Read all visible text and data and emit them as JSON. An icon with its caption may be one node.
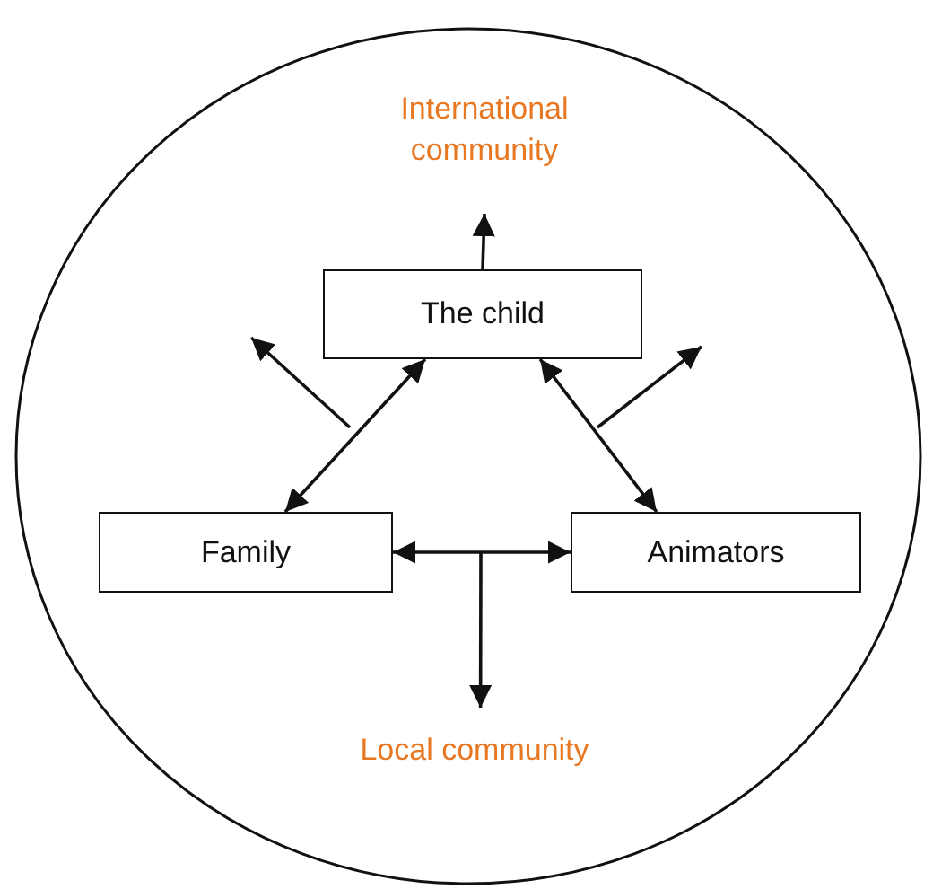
{
  "diagram": {
    "nodes": [
      {
        "text": [],
        "shape": "circle"
      },
      {
        "text": [
          "International community"
        ],
        "in": 0
      },
      {
        "text": [
          "The child"
        ],
        "in": 0
      },
      {
        "text": [
          "Family"
        ],
        "in": 0
      },
      {
        "text": [
          "Animators"
        ],
        "in": 0
      },
      {
        "text": [
          "Local community"
        ],
        "in": 0
      }
    ],
    "edges": [
      {
        "from": 2,
        "to": 1,
        "arrow": "to"
      },
      {
        "from": 2,
        "to": 3,
        "arrow": "both"
      },
      {
        "from": 2,
        "to": 4,
        "arrow": "both"
      },
      {
        "from": 3,
        "to": 4,
        "arrow": "both"
      },
      {
        "from": null,
        "to": 5,
        "arrow": "to"
      }
    ]
  }
}
